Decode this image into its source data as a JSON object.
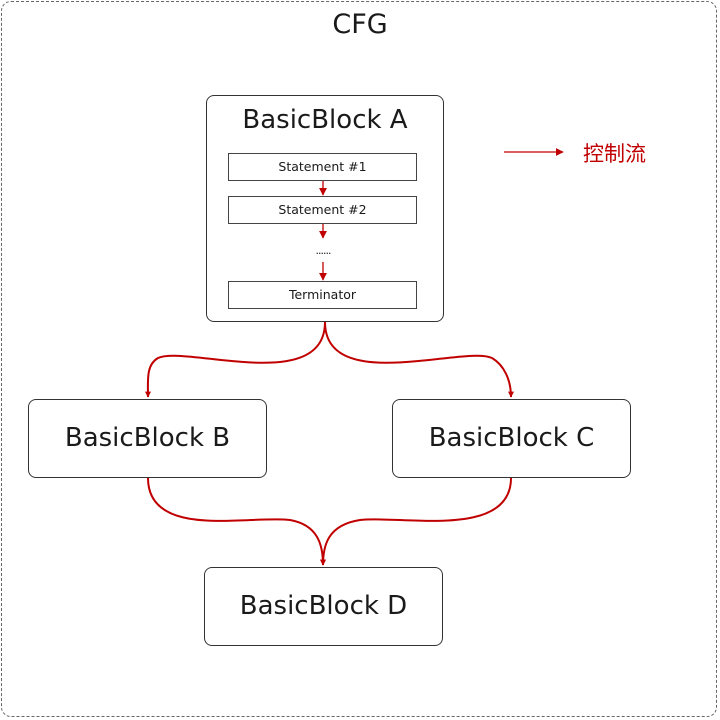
{
  "diagram": {
    "title": "CFG",
    "legend": {
      "label": "控制流",
      "color": "#c00000"
    },
    "blocks": {
      "a": {
        "label": "BasicBlock A",
        "statements": [
          "Statement #1",
          "Statement #2"
        ],
        "ellipsis": "......",
        "terminator": "Terminator"
      },
      "b": {
        "label": "BasicBlock B"
      },
      "c": {
        "label": "BasicBlock C"
      },
      "d": {
        "label": "BasicBlock D"
      }
    },
    "edges": [
      {
        "from": "BasicBlock A",
        "to": "BasicBlock B"
      },
      {
        "from": "BasicBlock A",
        "to": "BasicBlock C"
      },
      {
        "from": "BasicBlock B",
        "to": "BasicBlock D"
      },
      {
        "from": "BasicBlock C",
        "to": "BasicBlock D"
      }
    ],
    "edge_color": "#c00000"
  }
}
